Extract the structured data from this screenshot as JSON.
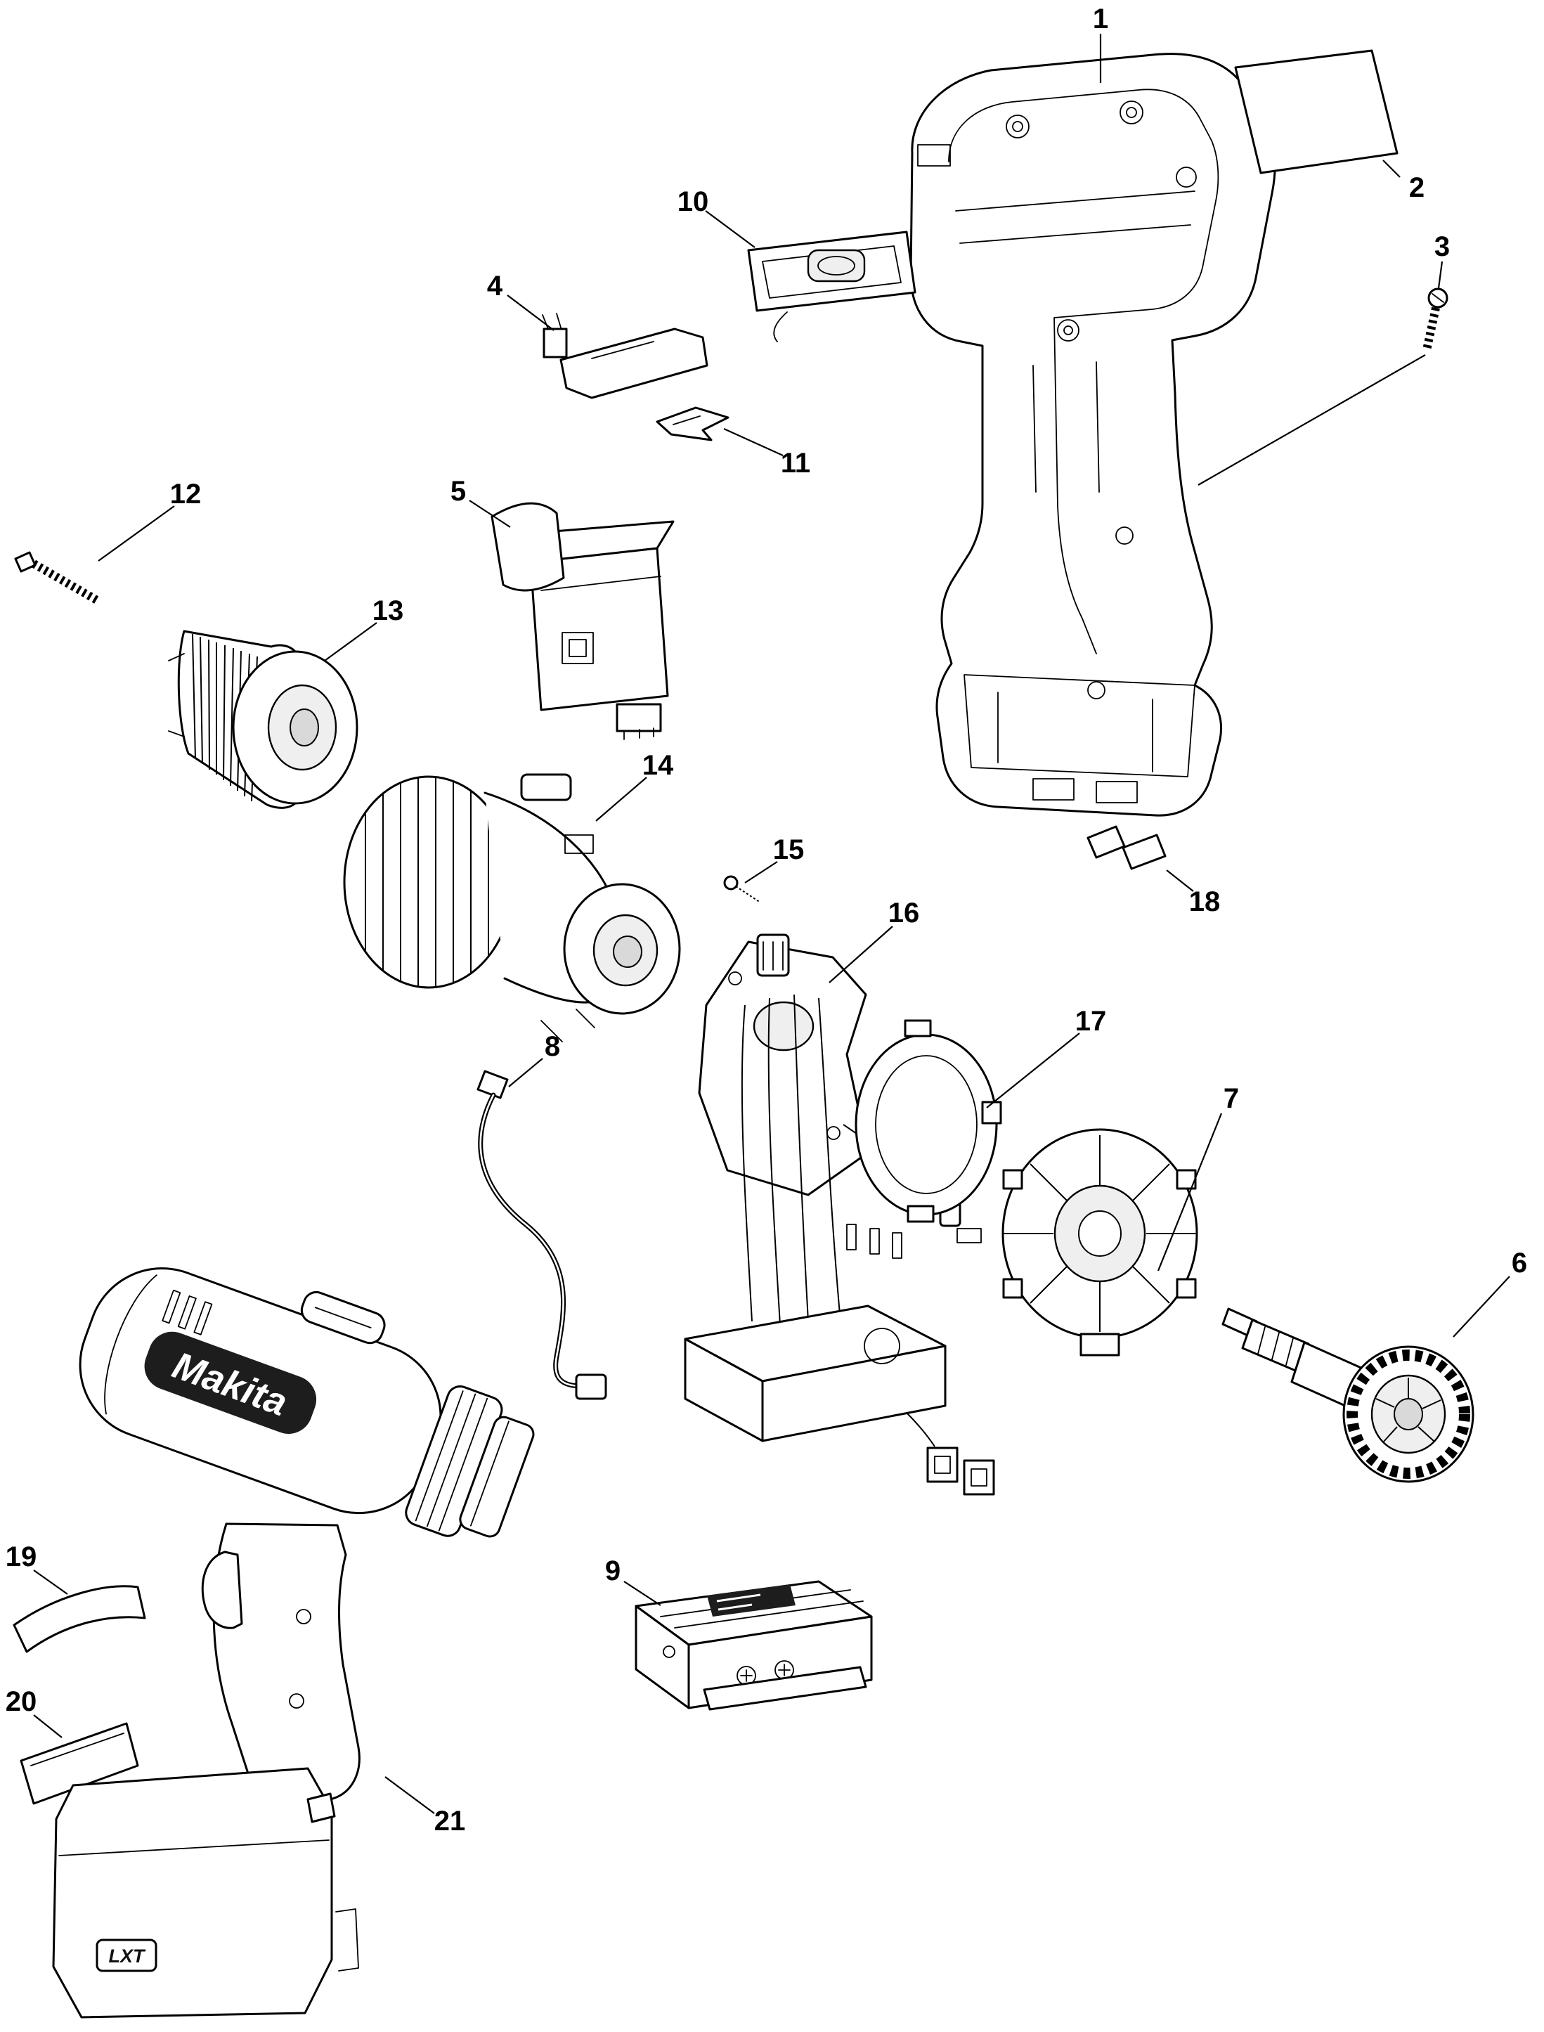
{
  "figure": {
    "type": "exploded-parts-diagram",
    "background": "#ffffff",
    "line_color": "#000000"
  },
  "branding": {
    "logo_text": "Makita",
    "battery_badge": "LXT"
  },
  "callouts": [
    {
      "number": "1"
    },
    {
      "number": "2"
    },
    {
      "number": "3"
    },
    {
      "number": "4"
    },
    {
      "number": "5"
    },
    {
      "number": "6"
    },
    {
      "number": "7"
    },
    {
      "number": "8"
    },
    {
      "number": "9"
    },
    {
      "number": "10"
    },
    {
      "number": "11"
    },
    {
      "number": "12"
    },
    {
      "number": "13"
    },
    {
      "number": "14"
    },
    {
      "number": "15"
    },
    {
      "number": "16"
    },
    {
      "number": "17"
    },
    {
      "number": "18"
    },
    {
      "number": "19"
    },
    {
      "number": "20"
    },
    {
      "number": "21"
    }
  ]
}
